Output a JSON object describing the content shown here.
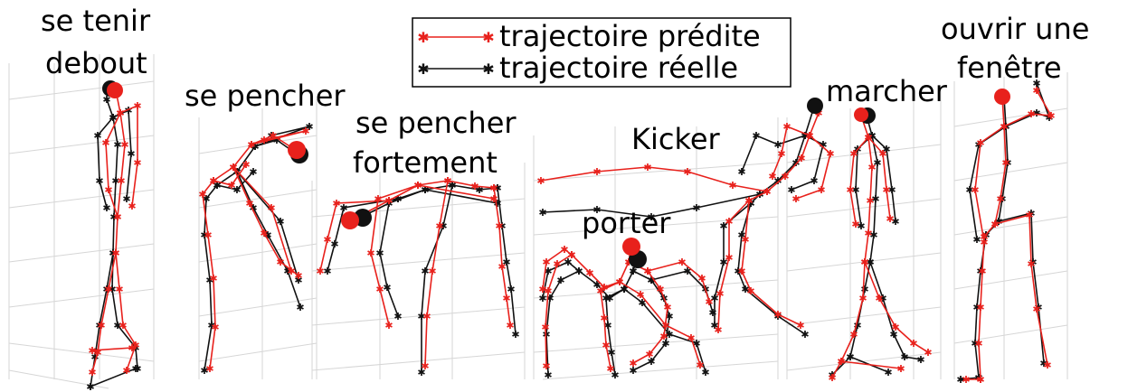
{
  "colors": {
    "predicted": "#e8211c",
    "real": "#111111",
    "grid": "#d6d6d6"
  },
  "legend": {
    "predicted_label": "trajectoire prédite",
    "real_label": "trajectoire réelle"
  },
  "actions": [
    {
      "id": "stand",
      "lines": [
        "se tenir",
        "debout"
      ]
    },
    {
      "id": "bend",
      "lines": [
        "se pencher"
      ]
    },
    {
      "id": "bend-strong",
      "lines": [
        "se pencher",
        "fortement"
      ]
    },
    {
      "id": "kick",
      "lines": [
        "Kicker"
      ]
    },
    {
      "id": "carry",
      "lines": [
        "porter"
      ]
    },
    {
      "id": "walk",
      "lines": [
        "marcher"
      ]
    },
    {
      "id": "open-window",
      "lines": [
        "ouvrir une",
        "fenêtre"
      ]
    }
  ]
}
